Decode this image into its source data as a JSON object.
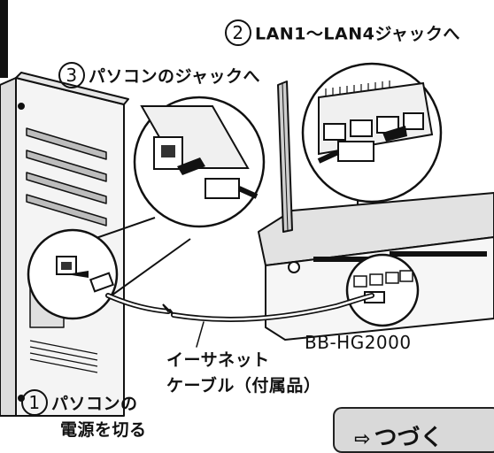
{
  "labels": {
    "step2": {
      "num": "2",
      "text": "LAN1〜LAN4ジャックへ"
    },
    "step3": {
      "num": "3",
      "text": "パソコンのジャックへ"
    },
    "step1": {
      "num": "1",
      "line1": "パソコンの",
      "line2": "電源を切る"
    },
    "cable_line1": "イーサネット",
    "cable_line2": "ケーブル（付属品）",
    "router_model": "BB-HG2000"
  },
  "continue_button": {
    "label": "つづく",
    "icon": "arrow-right-icon"
  }
}
